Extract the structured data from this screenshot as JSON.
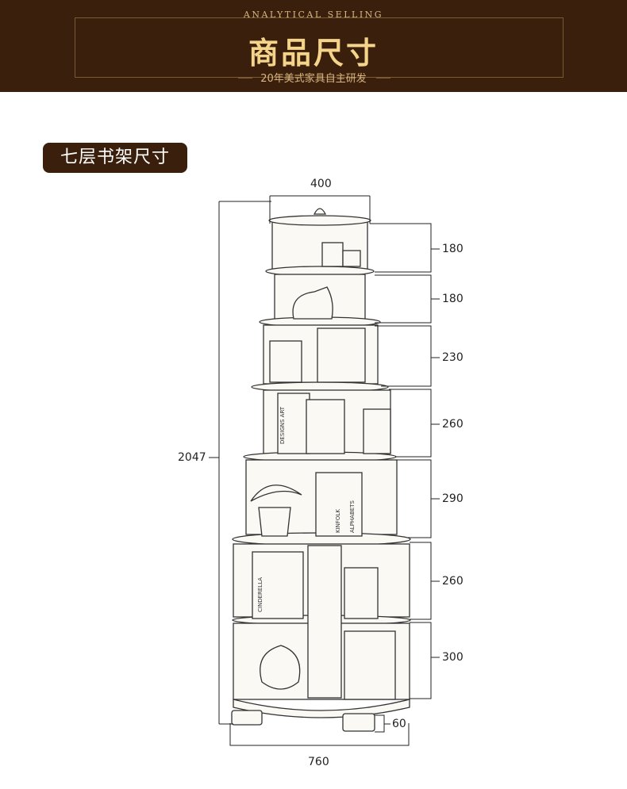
{
  "banner": {
    "subtitle": "ANALYTICAL SELLING",
    "title": "商品尺寸",
    "caption": "20年美式家具自主研发"
  },
  "section_tag": "七层书架尺寸",
  "dimensions": {
    "top_width": "400",
    "total_height": "2047",
    "bottom_width": "760",
    "foot_height": "60",
    "shelf_heights": [
      "180",
      "180",
      "230",
      "260",
      "290",
      "260",
      "300"
    ]
  },
  "book_texts": [
    "DESIGNS ART",
    "KINFOLK",
    "ALPHABETS",
    "CINDERELLA"
  ]
}
